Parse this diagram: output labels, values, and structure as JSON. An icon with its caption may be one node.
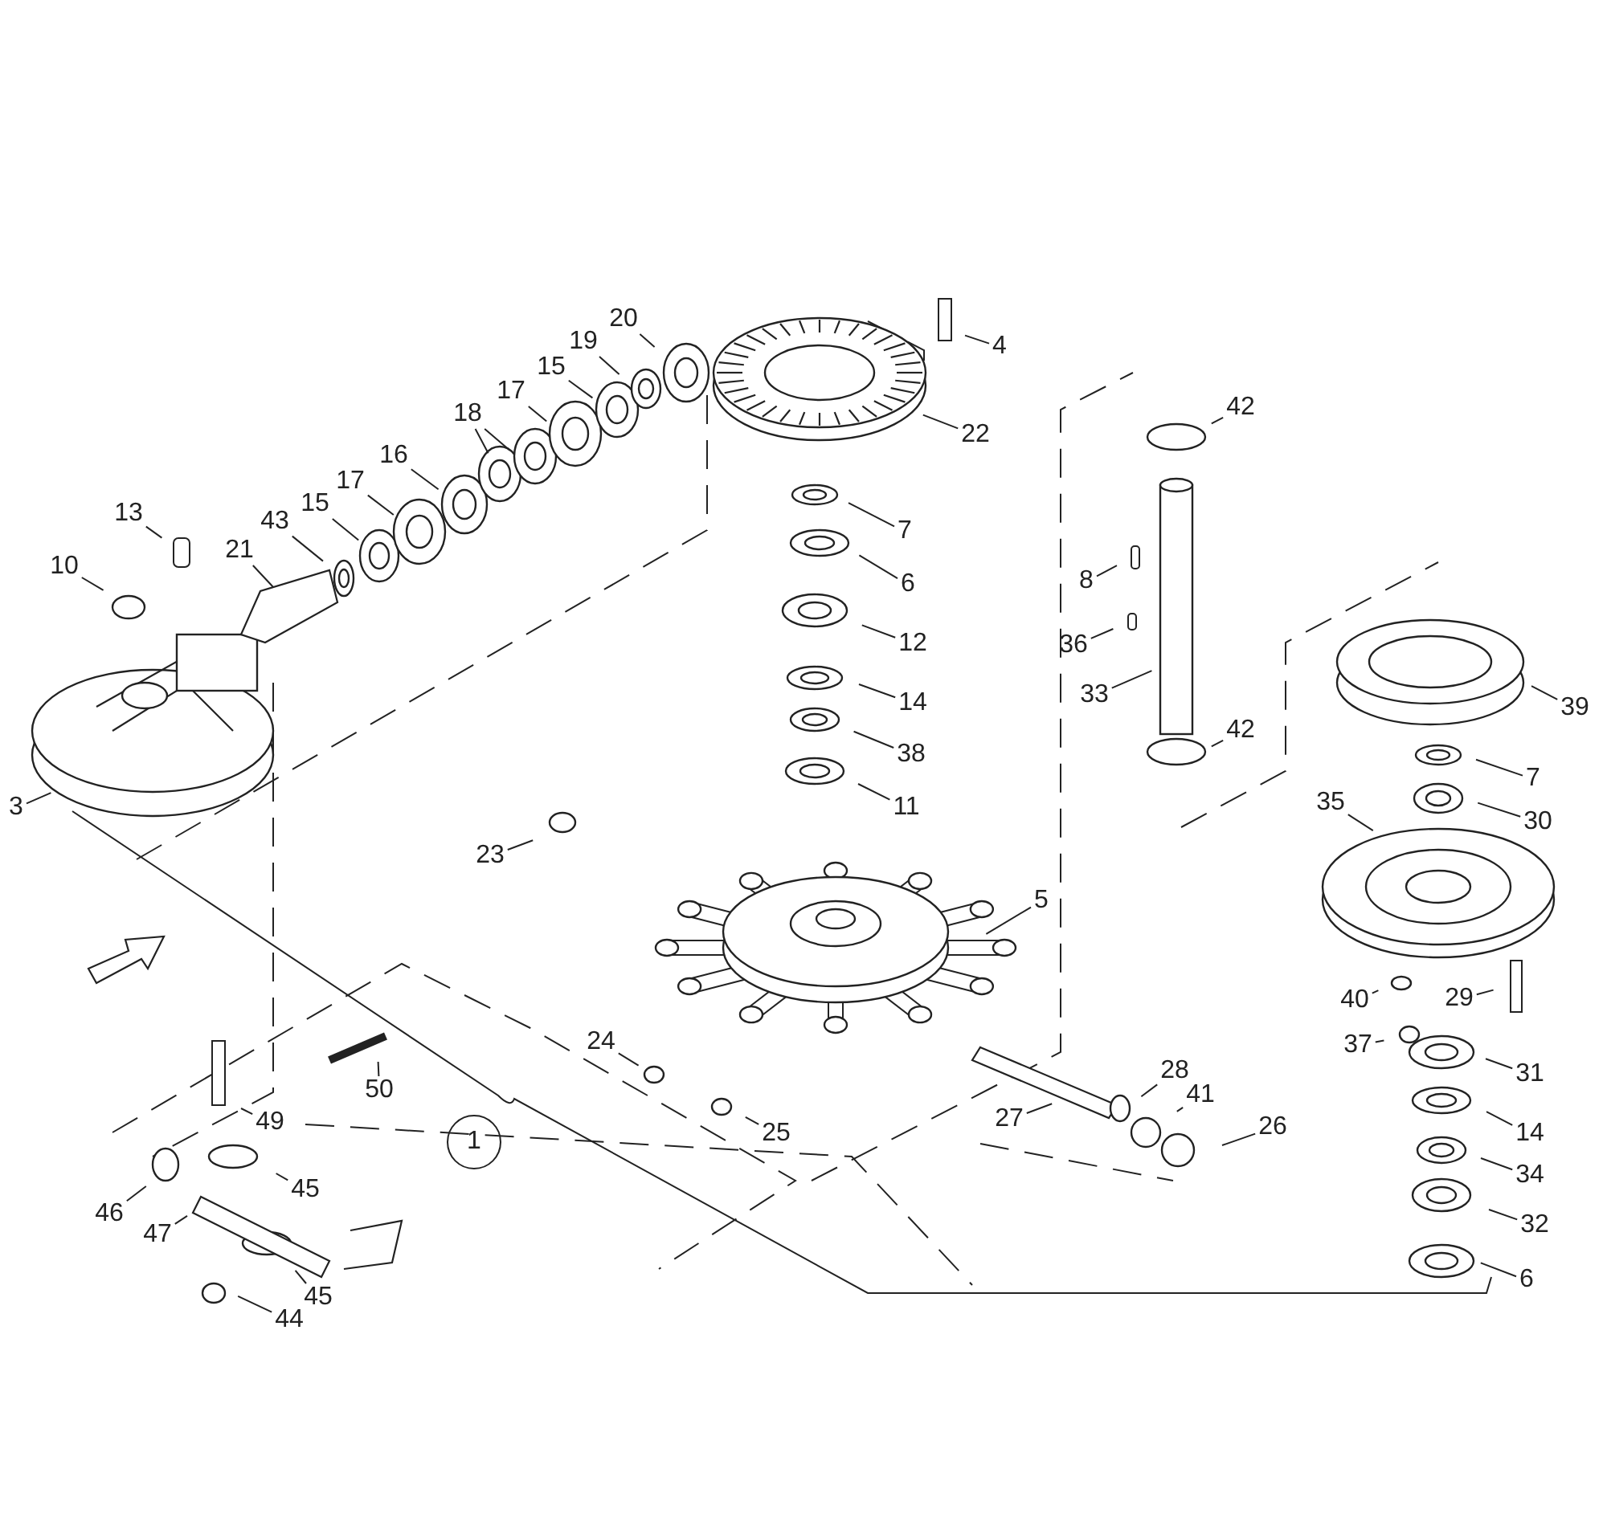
{
  "diagram": {
    "nodes": [
      {
        "text": [
          "4"
        ]
      },
      {
        "text": [
          "20"
        ]
      },
      {
        "text": [
          "19"
        ]
      },
      {
        "text": [
          "22"
        ]
      },
      {
        "text": [
          "15"
        ]
      },
      {
        "text": [
          "17"
        ]
      },
      {
        "text": [
          "18"
        ]
      },
      {
        "text": [
          "16"
        ]
      },
      {
        "text": [
          "17"
        ]
      },
      {
        "text": [
          "15"
        ]
      },
      {
        "text": [
          "43"
        ]
      },
      {
        "text": [
          "13"
        ]
      },
      {
        "text": [
          "21"
        ]
      },
      {
        "text": [
          "10"
        ]
      },
      {
        "text": [
          "42"
        ]
      },
      {
        "text": [
          "7"
        ]
      },
      {
        "text": [
          "6"
        ]
      },
      {
        "text": [
          "12"
        ]
      },
      {
        "text": [
          "8"
        ]
      },
      {
        "text": [
          "36"
        ]
      },
      {
        "text": [
          "33"
        ]
      },
      {
        "text": [
          "14"
        ]
      },
      {
        "text": [
          "38"
        ]
      },
      {
        "text": [
          "11"
        ]
      },
      {
        "text": [
          "42"
        ]
      },
      {
        "text": [
          "39"
        ]
      },
      {
        "text": [
          "7"
        ]
      },
      {
        "text": [
          "30"
        ]
      },
      {
        "text": [
          "35"
        ]
      },
      {
        "text": [
          "3"
        ]
      },
      {
        "text": [
          "23"
        ]
      },
      {
        "text": [
          "5"
        ]
      },
      {
        "text": [
          "29"
        ]
      },
      {
        "text": [
          "40"
        ]
      },
      {
        "text": [
          "37"
        ]
      },
      {
        "text": [
          "31"
        ]
      },
      {
        "text": [
          "24"
        ]
      },
      {
        "text": [
          "50"
        ]
      },
      {
        "text": [
          "49"
        ]
      },
      {
        "text": [
          "28"
        ]
      },
      {
        "text": [
          "41"
        ]
      },
      {
        "text": [
          "26"
        ]
      },
      {
        "text": [
          "27"
        ]
      },
      {
        "text": [
          "25"
        ]
      },
      {
        "text": [
          "1"
        ]
      },
      {
        "text": [
          "14"
        ]
      },
      {
        "text": [
          "34"
        ]
      },
      {
        "text": [
          "32"
        ]
      },
      {
        "text": [
          "46"
        ]
      },
      {
        "text": [
          "45"
        ]
      },
      {
        "text": [
          "47"
        ]
      },
      {
        "text": [
          "45"
        ]
      },
      {
        "text": [
          "44"
        ]
      },
      {
        "text": [
          "6"
        ]
      }
    ],
    "edges": [
      {
        "from": 0,
        "to": null,
        "arrow": "none"
      },
      {
        "from": 1,
        "to": null,
        "arrow": "none"
      },
      {
        "from": 2,
        "to": null,
        "arrow": "none"
      },
      {
        "from": 3,
        "to": null,
        "arrow": "none"
      },
      {
        "from": 4,
        "to": null,
        "arrow": "none"
      },
      {
        "from": 5,
        "to": null,
        "arrow": "none"
      },
      {
        "from": 6,
        "to": null,
        "arrow": "none"
      },
      {
        "from": 6,
        "to": null,
        "arrow": "none"
      },
      {
        "from": 7,
        "to": null,
        "arrow": "none"
      },
      {
        "from": 8,
        "to": null,
        "arrow": "none"
      },
      {
        "from": 9,
        "to": null,
        "arrow": "none"
      },
      {
        "from": 10,
        "to": null,
        "arrow": "none"
      },
      {
        "from": 11,
        "to": null,
        "arrow": "none"
      },
      {
        "from": 12,
        "to": null,
        "arrow": "none"
      },
      {
        "from": 13,
        "to": null,
        "arrow": "none"
      },
      {
        "from": 14,
        "to": null,
        "arrow": "none"
      },
      {
        "from": 15,
        "to": null,
        "arrow": "none"
      },
      {
        "from": 16,
        "to": null,
        "arrow": "none"
      },
      {
        "from": 17,
        "to": null,
        "arrow": "none"
      },
      {
        "from": 18,
        "to": null,
        "arrow": "none"
      },
      {
        "from": 19,
        "to": null,
        "arrow": "none"
      },
      {
        "from": 20,
        "to": null,
        "arrow": "none"
      },
      {
        "from": 21,
        "to": null,
        "arrow": "none"
      },
      {
        "from": 22,
        "to": null,
        "arrow": "none"
      },
      {
        "from": 23,
        "to": null,
        "arrow": "none"
      },
      {
        "from": 24,
        "to": null,
        "arrow": "none"
      },
      {
        "from": 25,
        "to": null,
        "arrow": "none"
      },
      {
        "from": 26,
        "to": null,
        "arrow": "none"
      },
      {
        "from": 27,
        "to": null,
        "arrow": "none"
      },
      {
        "from": 28,
        "to": null,
        "arrow": "none"
      },
      {
        "from": 29,
        "to": null,
        "arrow": "none"
      },
      {
        "from": 30,
        "to": null,
        "arrow": "none"
      },
      {
        "from": 31,
        "to": null,
        "arrow": "none"
      },
      {
        "from": 32,
        "to": null,
        "arrow": "none"
      },
      {
        "from": 33,
        "to": null,
        "arrow": "none"
      },
      {
        "from": 34,
        "to": null,
        "arrow": "none"
      },
      {
        "from": 35,
        "to": null,
        "arrow": "none"
      },
      {
        "from": 36,
        "to": null,
        "arrow": "none"
      },
      {
        "from": 37,
        "to": null,
        "arrow": "none"
      },
      {
        "from": 38,
        "to": null,
        "arrow": "none"
      },
      {
        "from": 39,
        "to": null,
        "arrow": "none"
      },
      {
        "from": 40,
        "to": null,
        "arrow": "none"
      },
      {
        "from": 41,
        "to": null,
        "arrow": "none"
      },
      {
        "from": 42,
        "to": null,
        "arrow": "none"
      },
      {
        "from": 43,
        "to": null,
        "arrow": "none"
      },
      {
        "from": 45,
        "to": null,
        "arrow": "none"
      },
      {
        "from": 46,
        "to": null,
        "arrow": "none"
      },
      {
        "from": 47,
        "to": null,
        "arrow": "none"
      },
      {
        "from": 48,
        "to": null,
        "arrow": "none"
      },
      {
        "from": 49,
        "to": null,
        "arrow": "none"
      },
      {
        "from": 50,
        "to": null,
        "arrow": "none"
      },
      {
        "from": 51,
        "to": null,
        "arrow": "none"
      },
      {
        "from": 52,
        "to": null,
        "arrow": "none"
      },
      {
        "from": 53,
        "to": null,
        "arrow": "none"
      }
    ]
  }
}
